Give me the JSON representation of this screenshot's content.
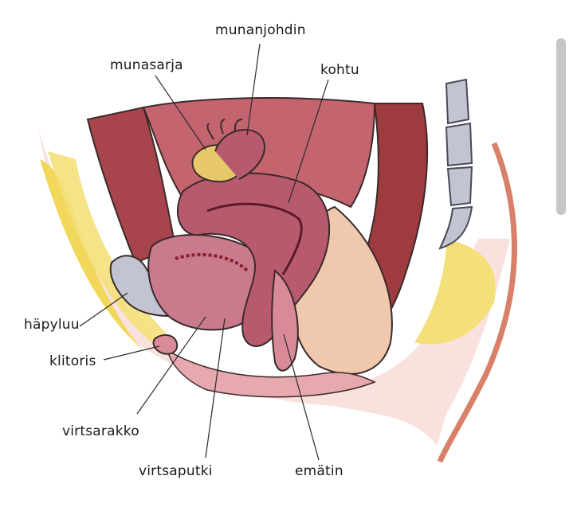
{
  "labels": {
    "munanjohdin": "munanjohdin",
    "munasarja": "munasarja",
    "kohtu": "kohtu",
    "hapyluu": "häpyluu",
    "klitoris": "klitoris",
    "virtsarakko": "virtsarakko",
    "virtsaputki": "virtsaputki",
    "ematin": "emätin"
  },
  "colors": {
    "uterus": "#b85a6e",
    "uterus_light": "#d98a98",
    "bladder": "#c97a8c",
    "rectum": "#9e3b3f",
    "bone": "#c2c4d2",
    "fat": "#f2d85a",
    "skin": "#e8a9ae",
    "ovary": "#e6c86a",
    "line": "#3a2a2a"
  },
  "scrollbar": {
    "thumb_fraction": 0.42
  }
}
